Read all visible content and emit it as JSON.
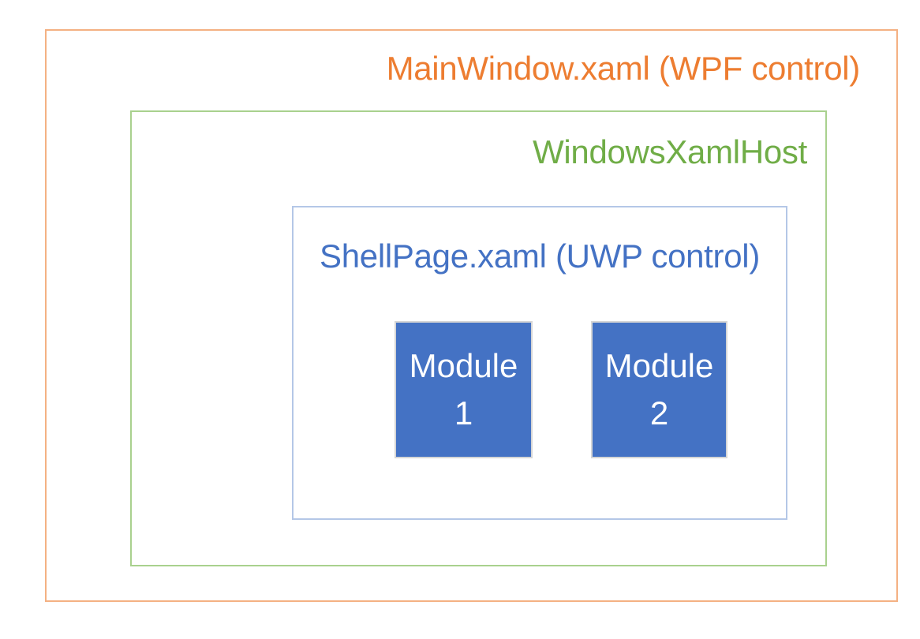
{
  "diagram": {
    "background_color": "#FFFFFF",
    "outer_box": {
      "label": "MainWindow.xaml (WPF control)",
      "text_color": "#ED7D31",
      "border_color": "#F4B183"
    },
    "host_box": {
      "label": "WindowsXamlHost",
      "text_color": "#70AD47",
      "border_color": "#A9D18E"
    },
    "shell_box": {
      "label": "ShellPage.xaml (UWP control)",
      "text_color": "#4472C4",
      "border_color": "#B4C7E7"
    },
    "modules": [
      {
        "label_line1": "Module",
        "label_line2": "1",
        "fill_color": "#4472C4",
        "border_color": "#D6D6D6",
        "text_color": "#FFFFFF"
      },
      {
        "label_line1": "Module",
        "label_line2": "2",
        "fill_color": "#4472C4",
        "border_color": "#D6D6D6",
        "text_color": "#FFFFFF"
      }
    ]
  }
}
